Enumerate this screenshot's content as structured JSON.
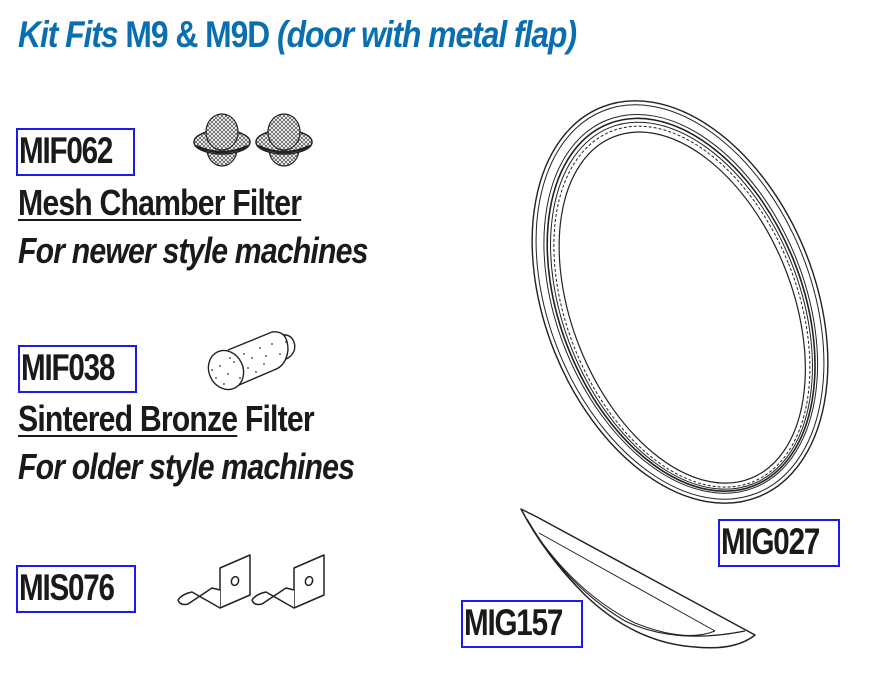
{
  "title": {
    "prefix": "Kit Fits",
    "models": "M9 & M9D",
    "note": "(door with metal flap)"
  },
  "parts": [
    {
      "code": "MIF062",
      "name": "Mesh Chamber Filter",
      "description": "For newer style machines",
      "icon": "mesh-filter-icon",
      "quantity_shown": 2
    },
    {
      "code": "MIF038",
      "name_underlined": "Sintered Bronze",
      "name_rest": "Filter",
      "description": "For older style machines",
      "icon": "sintered-filter-icon",
      "quantity_shown": 1
    },
    {
      "code": "MIS076",
      "icon": "bracket-clip-icon",
      "quantity_shown": 2
    },
    {
      "code": "MIG027",
      "icon": "door-gasket-ring-icon",
      "quantity_shown": 1
    },
    {
      "code": "MIG157",
      "icon": "flap-gasket-icon",
      "quantity_shown": 1
    }
  ],
  "colors": {
    "title_blue": "#0a6fb0",
    "code_box_border": "#1b1bf0",
    "text": "#1a1a1a"
  }
}
